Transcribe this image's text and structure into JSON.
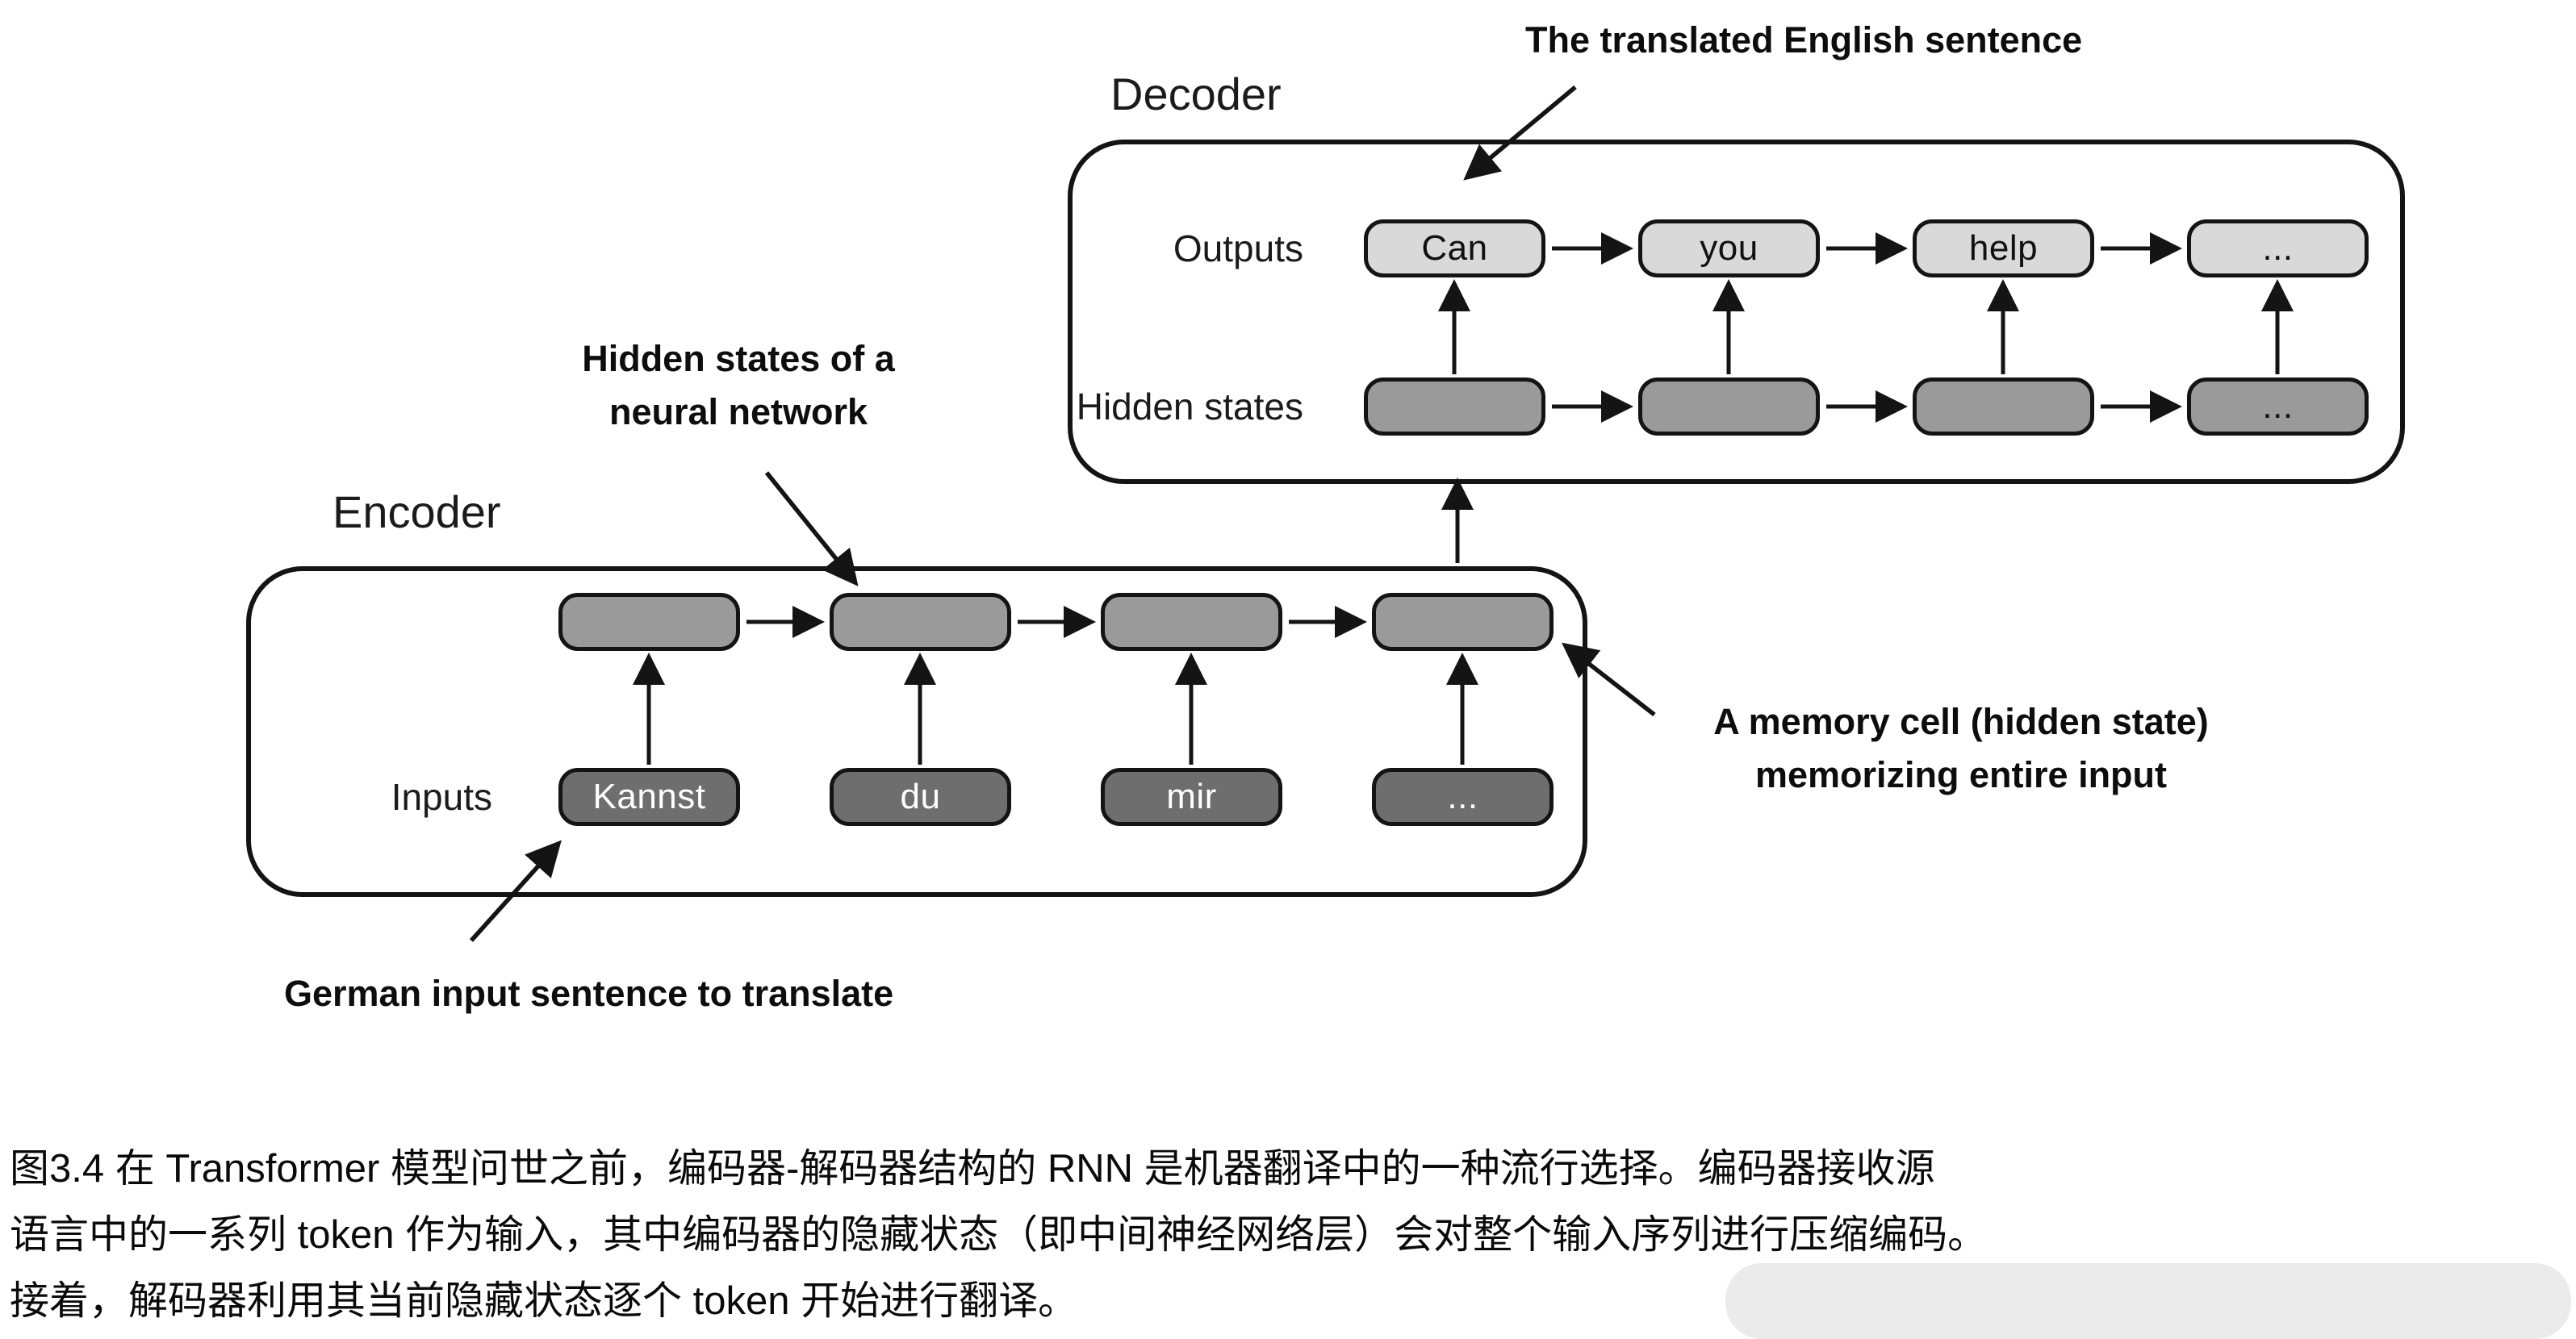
{
  "decoder": {
    "title": "Decoder",
    "outputs_label": "Outputs",
    "hidden_label": "Hidden states",
    "outputs": [
      "Can",
      "you",
      "help",
      "..."
    ],
    "hidden": [
      "",
      "",
      "",
      "..."
    ]
  },
  "encoder": {
    "title": "Encoder",
    "inputs_label": "Inputs",
    "hidden": [
      "",
      "",
      "",
      ""
    ],
    "inputs": [
      "Kannst",
      "du",
      "mir",
      "..."
    ]
  },
  "annotations": {
    "translated_sentence": "The translated English sentence",
    "hidden_states_line1": "Hidden states of a",
    "hidden_states_line2": "neural network",
    "memory_cell_line1": "A memory cell (hidden state)",
    "memory_cell_line2": "memorizing entire input",
    "german_input": "German input sentence to translate"
  },
  "caption": {
    "lines": [
      "图3.4 在 Transformer 模型问世之前，编码器-解码器结构的 RNN 是机器翻译中的一种流行选择。编码器接收源",
      "语言中的一系列 token 作为输入，其中编码器的隐藏状态（即中间神经网络层）会对整个输入序列进行压缩编码。",
      "接着，解码器利用其当前隐藏状态逐个 token 开始进行翻译。"
    ]
  },
  "colors": {
    "output_token_bg": "#d9d9d9",
    "hidden_token_bg": "#9a9a9a",
    "input_token_bg": "#6e6e6e",
    "stroke": "#141414",
    "background": "#ffffff"
  }
}
